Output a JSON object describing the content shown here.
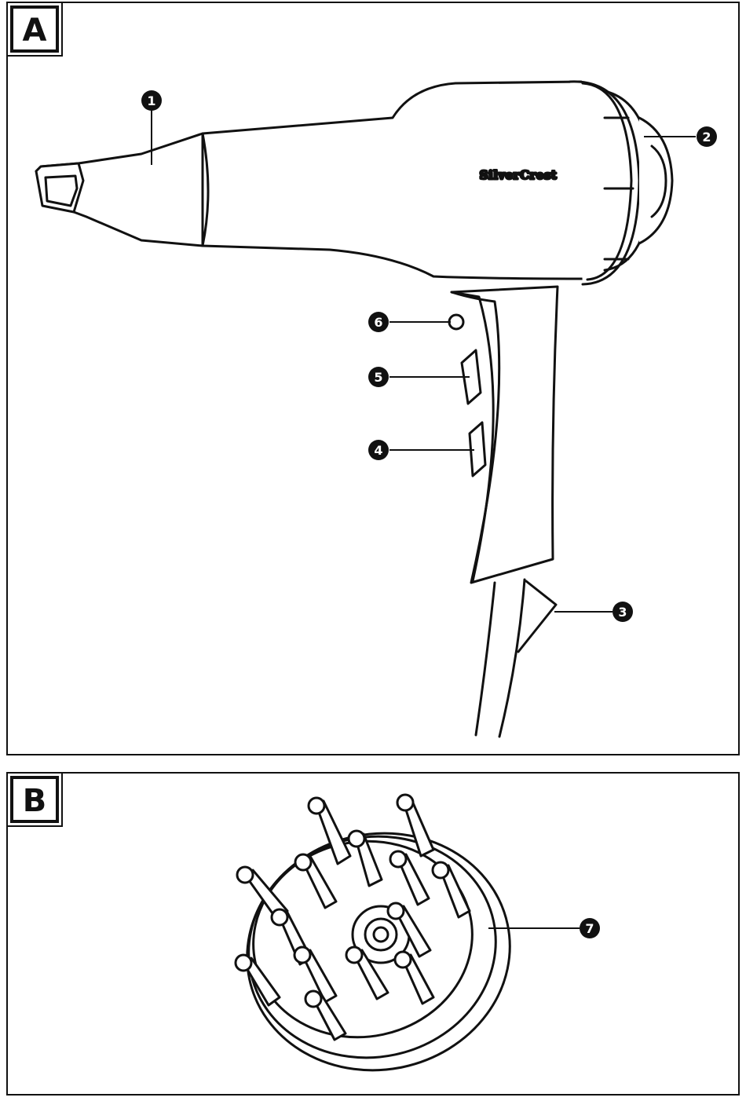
{
  "panels": [
    {
      "label": "A"
    },
    {
      "label": "B"
    }
  ],
  "brand": "SilverCrest",
  "callouts": [
    "1",
    "2",
    "3",
    "4",
    "5",
    "6",
    "7"
  ],
  "colors": {
    "ink": "#111111",
    "paper": "#ffffff"
  }
}
